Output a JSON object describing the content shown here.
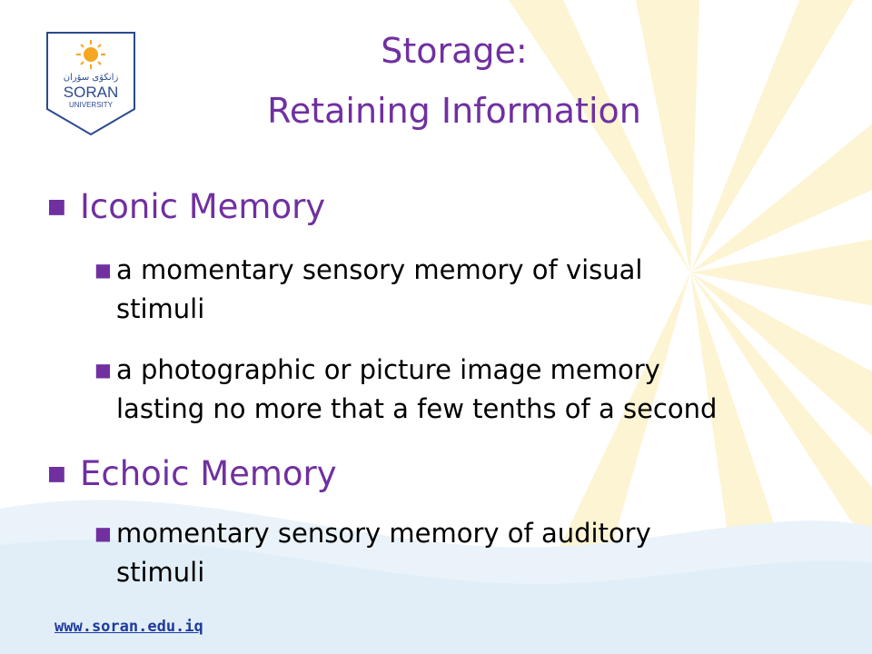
{
  "logo": {
    "arabic_text": "زانكۆی سۆران",
    "name": "SORAN",
    "subtitle": "UNIVERSITY",
    "colors": {
      "sun": "#f5a623",
      "frame": "#2b4a8f",
      "text": "#2b4a8f"
    }
  },
  "title": {
    "line1": "Storage:",
    "line2": "Retaining Information"
  },
  "bullets": [
    {
      "label": "Iconic Memory",
      "sub": [
        {
          "line1": "a momentary sensory memory of visual",
          "line2": "stimuli"
        },
        {
          "line1": "a photographic or picture image memory",
          "line2": "lasting no more that a few tenths of a second"
        }
      ]
    },
    {
      "label": "Echoic Memory",
      "sub": [
        {
          "line1": "momentary sensory memory of auditory",
          "line2": "stimuli"
        }
      ]
    }
  ],
  "footer": {
    "link": "www.soran.edu.iq"
  },
  "icons": {
    "bullet": "square-bullet-icon"
  },
  "colors": {
    "accent": "#7030a0",
    "text": "#000000",
    "rays": "#fdf6d8",
    "wave": "#e6f0f8"
  }
}
